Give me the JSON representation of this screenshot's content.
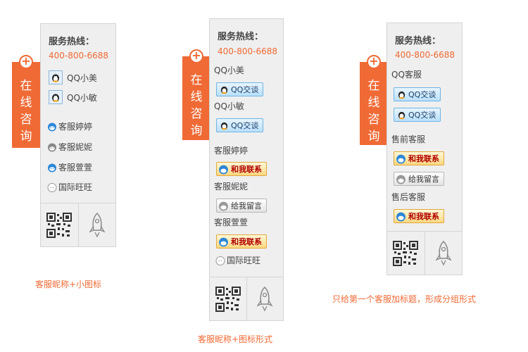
{
  "colors": {
    "accent": "#f06a35",
    "panel_bg": "#efefef",
    "border": "#d4d4d4"
  },
  "hotline": {
    "title": "服务热线：",
    "number": "400-800-6688"
  },
  "tab": {
    "text": "在线咨询",
    "plus_icon": "plus-icon"
  },
  "widget1": {
    "qq_items": [
      {
        "name": "QQ小美"
      },
      {
        "name": "QQ小敏"
      }
    ],
    "ww_items": [
      {
        "name": "客服婷婷"
      },
      {
        "name": "客服妮妮"
      },
      {
        "name": "客服萱萱"
      }
    ],
    "intl": "国际旺旺",
    "caption": "客服昵称+小图标"
  },
  "widget2": {
    "qq_items": [
      {
        "name": "QQ小美",
        "button": "QQ交谈"
      },
      {
        "name": "QQ小敏",
        "button": "QQ交谈"
      }
    ],
    "ww_items": [
      {
        "name": "客服婷婷",
        "button": "和我联系"
      },
      {
        "name": "客服妮妮",
        "button": "给我留言"
      },
      {
        "name": "客服萱萱",
        "button": "和我联系"
      }
    ],
    "intl": "国际旺旺",
    "caption": "客服昵称+图标形式"
  },
  "widget3": {
    "qq_group_label": "QQ客服",
    "qq_buttons": [
      "QQ交谈",
      "QQ交谈"
    ],
    "presale_label": "售前客服",
    "presale_buttons": [
      "和我联系",
      "给我留言"
    ],
    "aftersale_label": "售后客服",
    "aftersale_buttons": [
      "和我联系"
    ],
    "caption": "只给第一个客服加标题，形成分组形式"
  }
}
